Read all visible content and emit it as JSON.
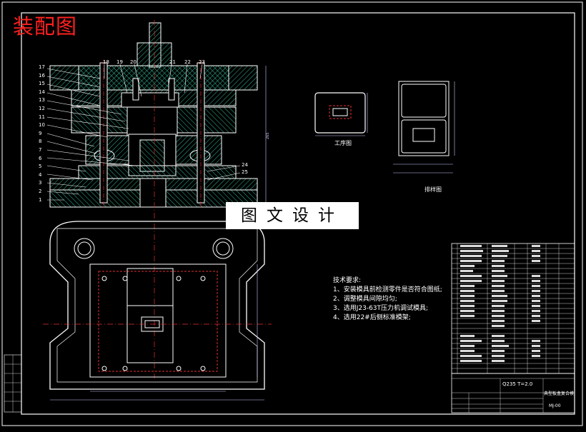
{
  "drawing_title": "装配图",
  "watermark": "图文设计",
  "views": {
    "process_label": "工序图",
    "blank_label": "排样图"
  },
  "part_numbers_left": [
    "17",
    "16",
    "15",
    "14",
    "13",
    "12",
    "11",
    "10",
    "9",
    "8",
    "7",
    "6",
    "5",
    "4",
    "3",
    "2",
    "1"
  ],
  "part_numbers_top": [
    "18",
    "19",
    "20",
    "21",
    "22",
    "23"
  ],
  "part_numbers_right": [
    "24",
    "25"
  ],
  "tech_requirements": {
    "heading": "技术要求:",
    "items": [
      "1、安装模具前检测零件是否符合图纸;",
      "2、调整模具间隙均匀;",
      "3、选用J23-63T压力机调试模具;",
      "4、选用22#后侧标准模架;"
    ]
  },
  "title_block": {
    "material": "Q235  T=2.0",
    "drawing_name": "典型板盒复合模",
    "drawing_code": "MJ-00"
  },
  "colors": {
    "background": "#000000",
    "line": "#ffffff",
    "hatch": "#2fa88a",
    "center": "#e23030",
    "dim": "#c8c8ff",
    "title": "#ff2020"
  }
}
